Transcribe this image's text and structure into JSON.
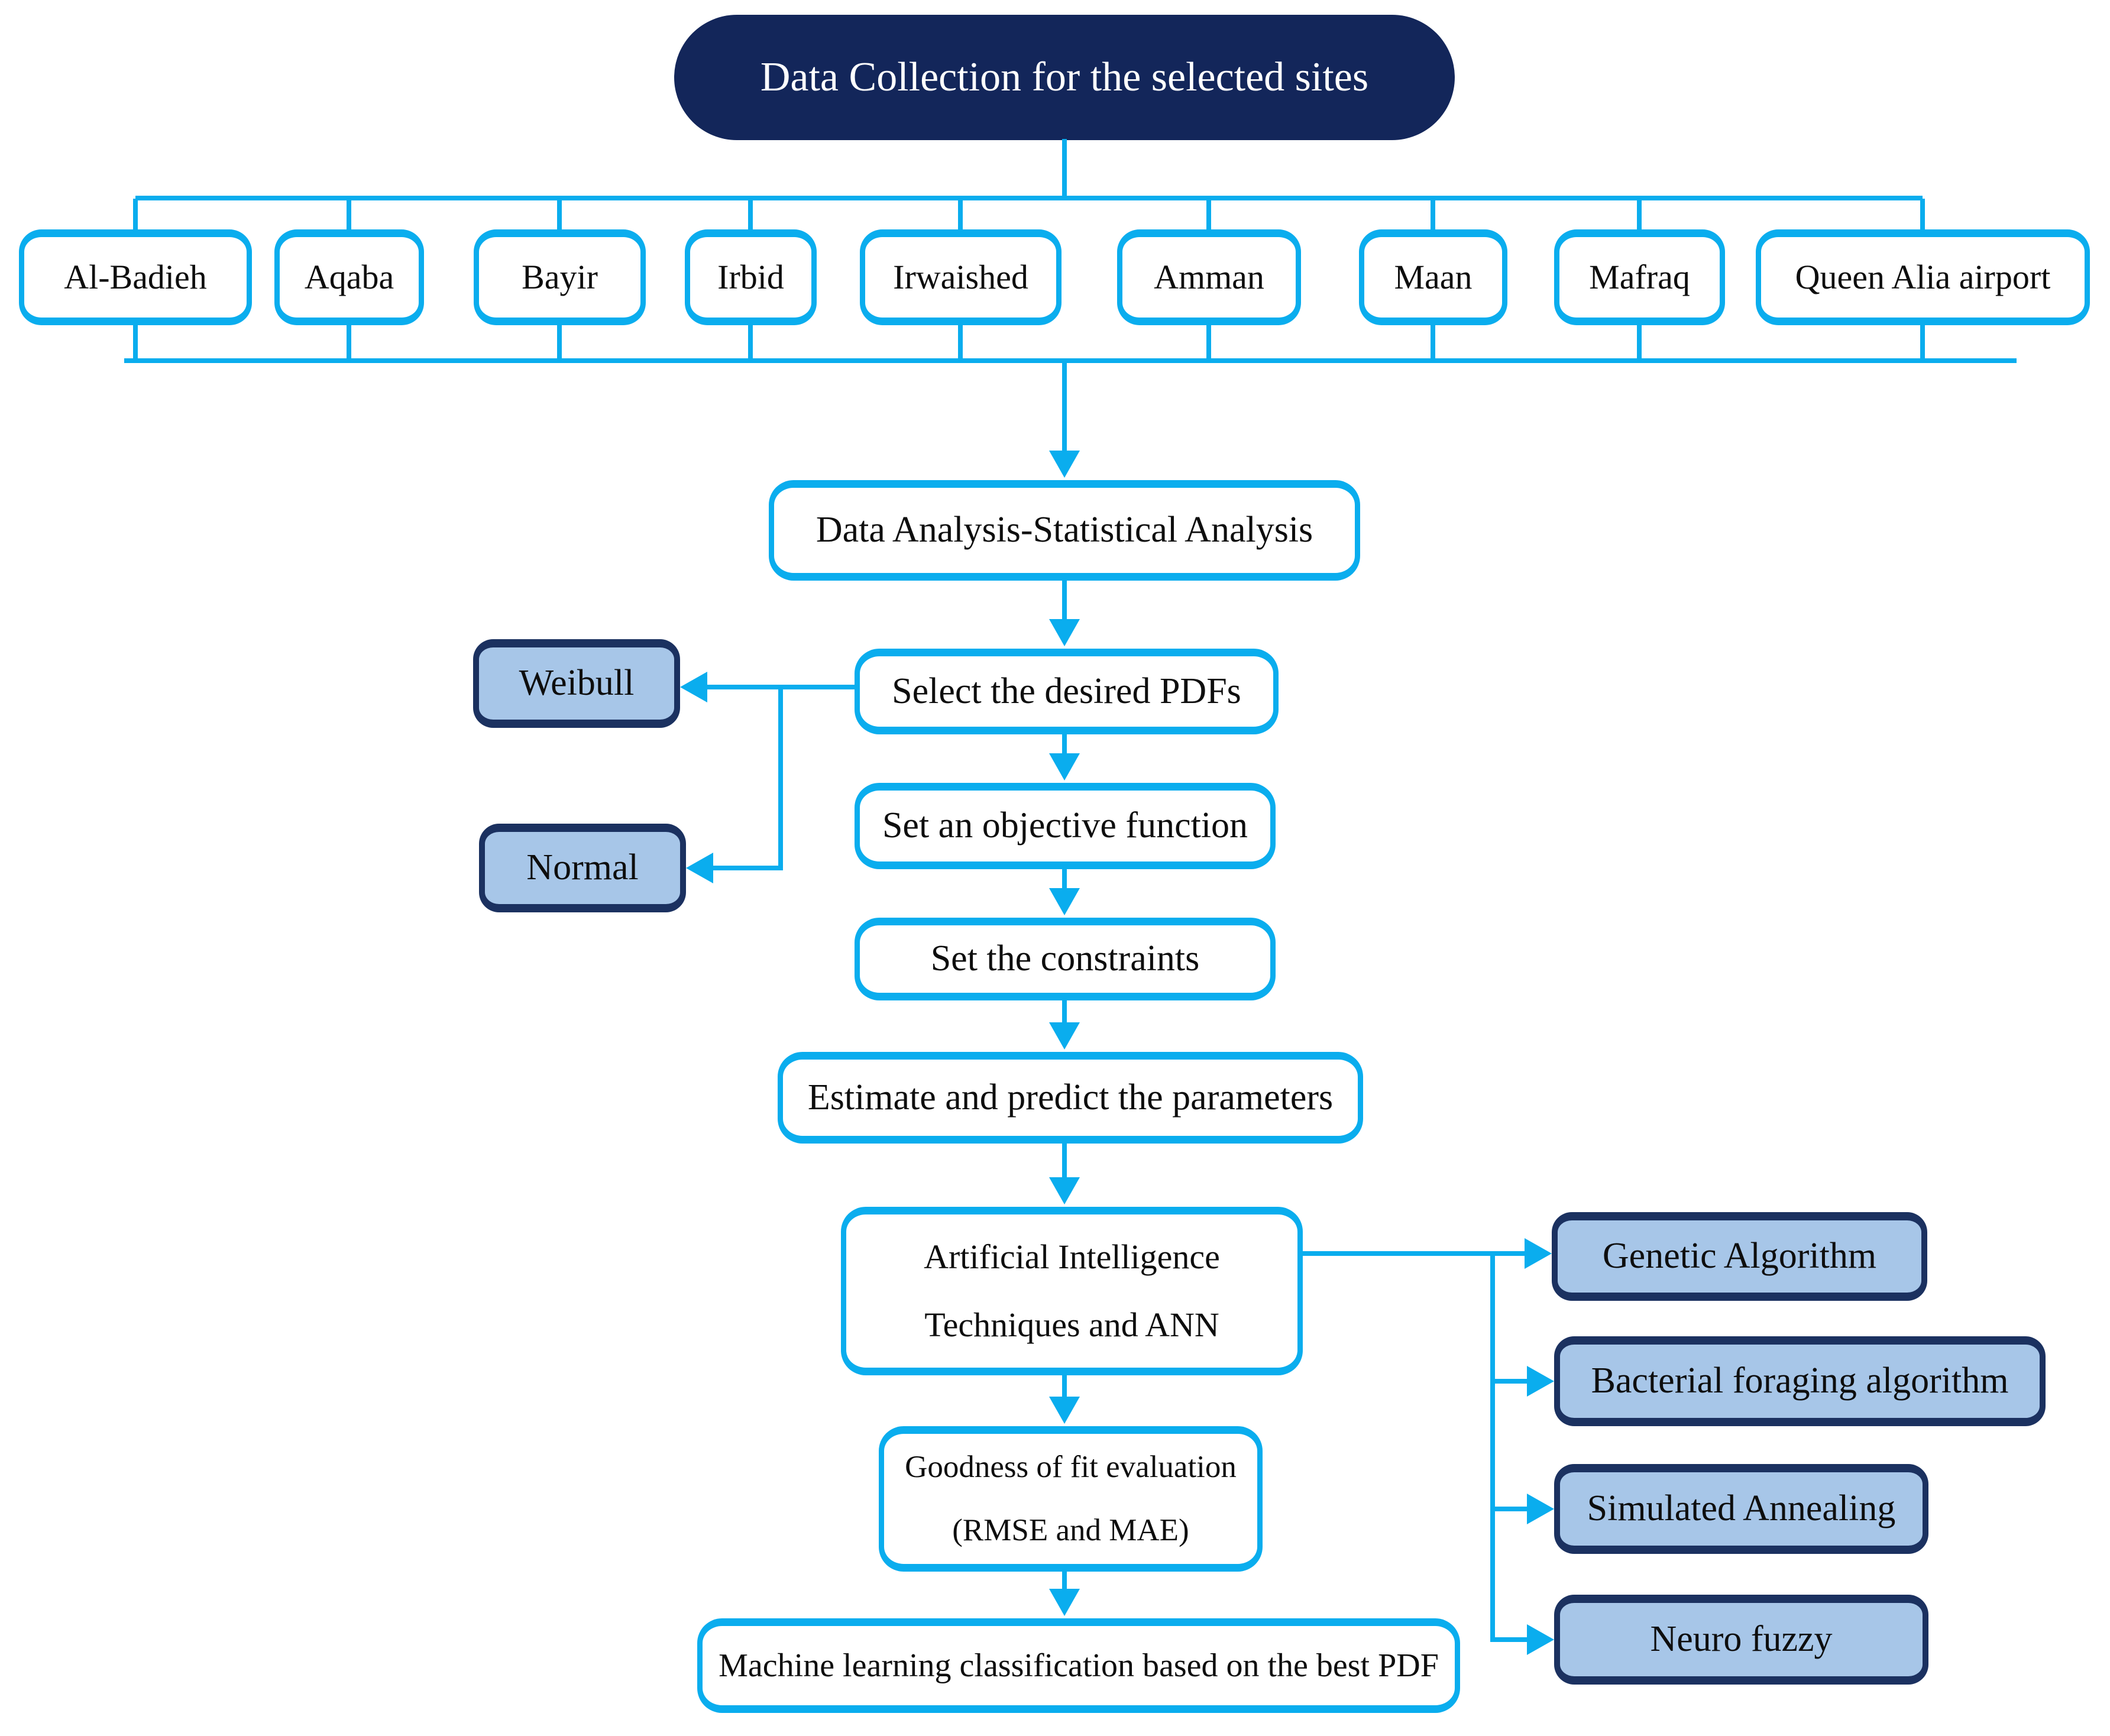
{
  "figure": {
    "title": "Data Collection for the selected sites",
    "sites": [
      "Al-Badieh",
      "Aqaba",
      "Bayir",
      "Irbid",
      "Irwaished",
      "Amman",
      "Maan",
      "Mafraq",
      "Queen Alia airport"
    ],
    "flow": {
      "data_analysis": "Data Analysis-Statistical Analysis",
      "select_pdfs": "Select the desired PDFs",
      "objective": "Set an objective function",
      "constraints": "Set the constraints",
      "estimate": "Estimate and predict the parameters",
      "ai_line1": "Artificial Intelligence",
      "ai_line2": "Techniques and ANN",
      "goodness_line1": "Goodness of fit evaluation",
      "goodness_line2": "(RMSE and MAE)",
      "ml_classification": "Machine learning classification based on the best PDF"
    },
    "pdf_types": [
      "Weibull",
      "Normal"
    ],
    "ai_methods": [
      "Genetic Algorithm",
      "Bacterial foraging algorithm",
      "Simulated Annealing",
      "Neuro fuzzy"
    ],
    "colors": {
      "connector_cyan": "#0aadee",
      "navy_fill": "#13265a",
      "navy_border": "#1b3160",
      "light_blue_fill": "#a7c6e8"
    }
  }
}
